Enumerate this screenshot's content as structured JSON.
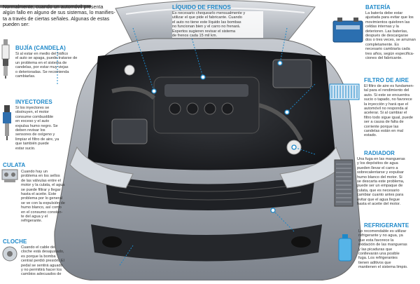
{
  "intro": {
    "line1": "Normalmente, cuando un automóvil presenta",
    "line2": "algún fallo en alguno de sus sistemas, lo manifies-",
    "line3": "ta a través de ciertas señales. Algunas de estas",
    "line4": "pueden ser:"
  },
  "sections": {
    "bujia": {
      "title": "BUJÍA (CANDELA)",
      "lines": [
        "Si al estar en medio del tráfico",
        "el auto se apaga, puede tratarse de",
        "un problema en el sistema de",
        "candelas, por estar muy viejas",
        "o deterioradas. Se recomienda",
        "cambiarlas."
      ]
    },
    "inyectores": {
      "title": "INYECTORES",
      "lines": [
        "Si los inyectores se",
        "obstruyen, el motor",
        "consume combustible",
        "en exceso y el auto",
        "expulsa humo negro. Se",
        "deben revisar los",
        "sensores de oxígeno y",
        "limpiar el filtro de aire, ya",
        "que también puede",
        "estar sucio."
      ]
    },
    "culata": {
      "title": "CULATA",
      "lines": [
        "Cuando hay un",
        "problema en los sellos",
        "de las válvulas entre el",
        "motor y la culata, el agua",
        "se puede filtrar y llegar",
        "hasta el aceite. Este",
        "problema por lo general",
        "se ve con la expulsión de",
        "humo blanco, así como",
        "en el consumo constan-",
        "te del agua y el",
        "refrigerante."
      ]
    },
    "cloche": {
      "title": "CLOCHE",
      "lines": [
        "Cuando el cable del",
        "cloche está desajustado,",
        "es porque la bomba",
        "central perdió presión. El",
        "pedal se sentirá aguado",
        "y no permitirá hacer los",
        "cambios adecuados de"
      ]
    },
    "liquido": {
      "title": "LÍQUIDO DE FRENOS",
      "lines": [
        "Es necesario chequearlo mensualmente y",
        "utilizar el que pide el fabricante. Cuando",
        "el auto no tiene este líquido las bombas",
        "no funcionan bien y el carro no frenará.",
        "Expertos sugieren revisar el sistema",
        "de frenos cada 15 mil km."
      ]
    },
    "bateria": {
      "title": "BATERÍA",
      "lines": [
        "La batería debe estar",
        "ajustada para evitar que los",
        "movimientos quiebren las",
        "celdas internas y la",
        "deterioren. Las baterías,",
        "después de descargarse",
        "dos o tres veces, se arruinan",
        "completamente. Es",
        "necesario cambiarla cada",
        "tres años, según especifica-",
        "ciones del fabricante."
      ]
    },
    "filtro": {
      "title": "FILTRO DE AIRE",
      "lines": [
        "El filtro de aire es fundamen-",
        "tal para el rendimiento del",
        "auto. Si este se encuentra",
        "sucio o tapado, no favorece",
        "la inyección y hará que el",
        "automóvil no responda al",
        "acelerar. Si al cambiar el",
        "filtro todo sigue igual, puede",
        "ser a causa de falta de",
        "corriente porque las",
        "candelas están en mal",
        "estado."
      ]
    },
    "radiador": {
      "title": "RADIADOR",
      "lines": [
        "Una fuga en las mangueras",
        "y los depósitos de agua",
        "pueden llevar el carro a",
        "sobrecalentarse y expulsar",
        "humo blanco del motor. Si",
        "se descarta este problema,",
        "puede ser un empaque de",
        "culata, que es necesario",
        "cambiar cuanto antes para",
        "evitar que el agua llegue",
        "hasta el aceite del motor."
      ]
    },
    "refrigerante": {
      "title": "REFRIGERANTE",
      "lines": [
        "Lo recomendable es utilizar",
        "refrigerante y no agua, ya",
        "que esta favorece la",
        "oxidación de las mangueras",
        "y las picaduras que",
        "conllevarán una posible",
        "fuga. Los refrigerantes",
        "tienen aditivos que",
        "mantienen el sistema limpio."
      ]
    }
  },
  "colors": {
    "accent": "#1d88c9",
    "highlight": "#f5a623",
    "text": "#333333"
  }
}
